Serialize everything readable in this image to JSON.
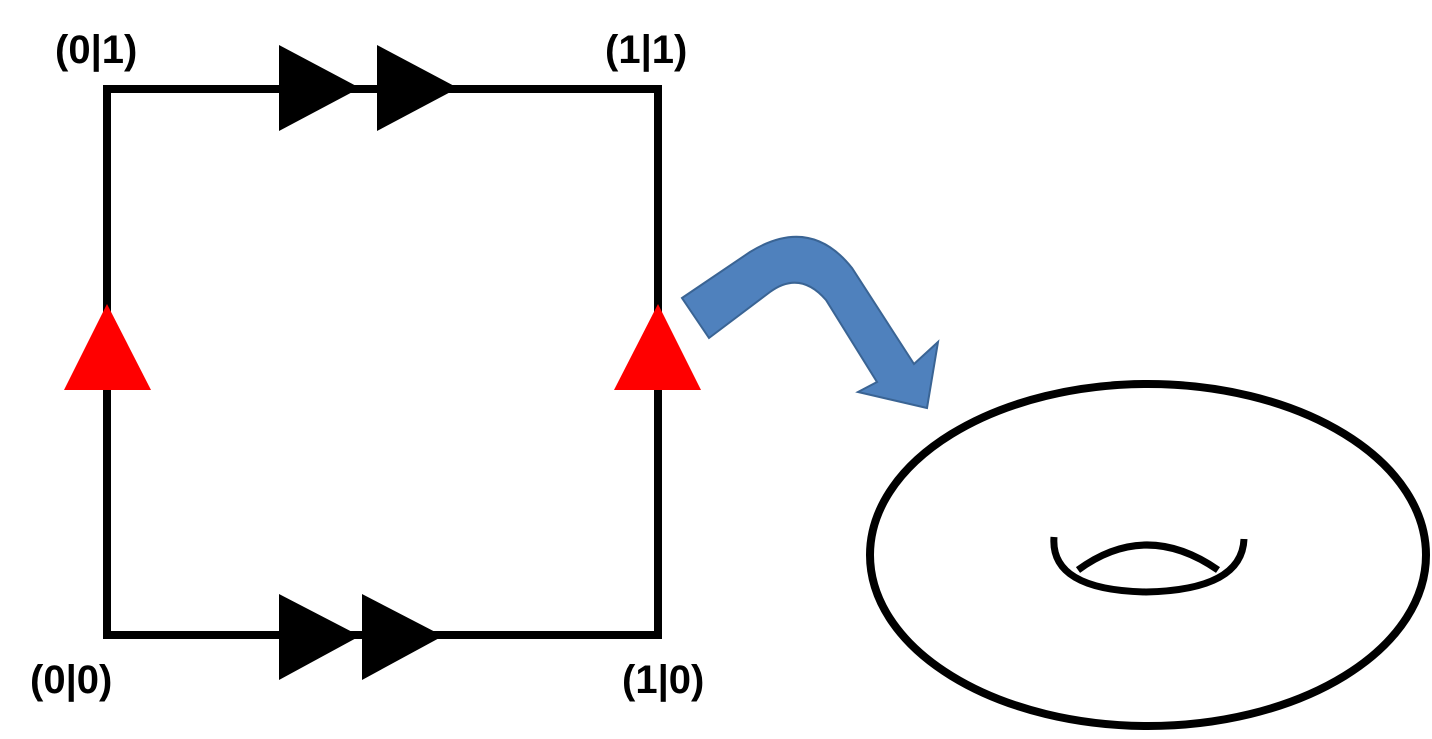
{
  "corners": {
    "top_left": "(0|1)",
    "top_right": "(1|1)",
    "bottom_left": "(0|0)",
    "bottom_right": "(1|0)"
  },
  "colors": {
    "edge": "#000000",
    "horizontal_arrows": "#000000",
    "vertical_arrows": "#ff0000",
    "transform_arrow": "#4f81bd",
    "transform_arrow_border": "#3a6494",
    "torus": "#000000",
    "background": "#ffffff"
  },
  "arrows": {
    "top_edge_count": 2,
    "bottom_edge_count": 2,
    "left_edge_count": 1,
    "right_edge_count": 1
  }
}
